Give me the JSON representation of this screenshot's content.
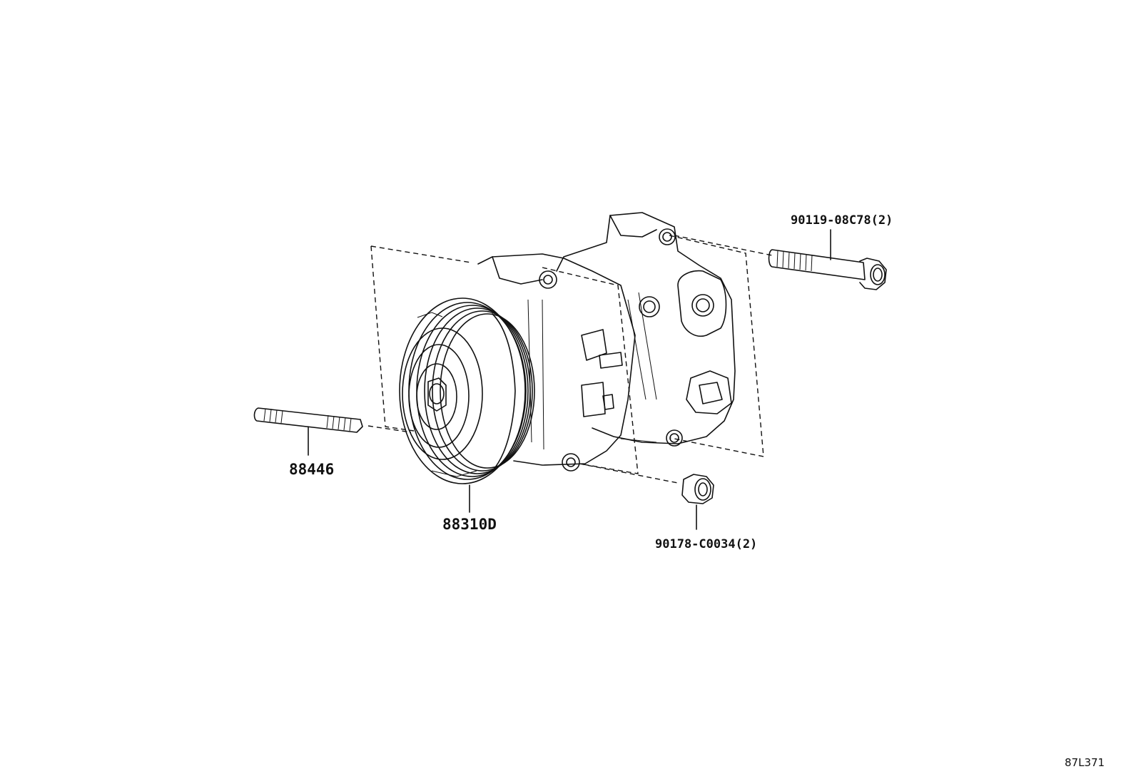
{
  "parts": {
    "stud_bolt": "88446",
    "compressor": "88310D",
    "bolt": "90119-08C78(2)",
    "nut": "90178-C0034(2)"
  },
  "diagram_code": "87L371"
}
